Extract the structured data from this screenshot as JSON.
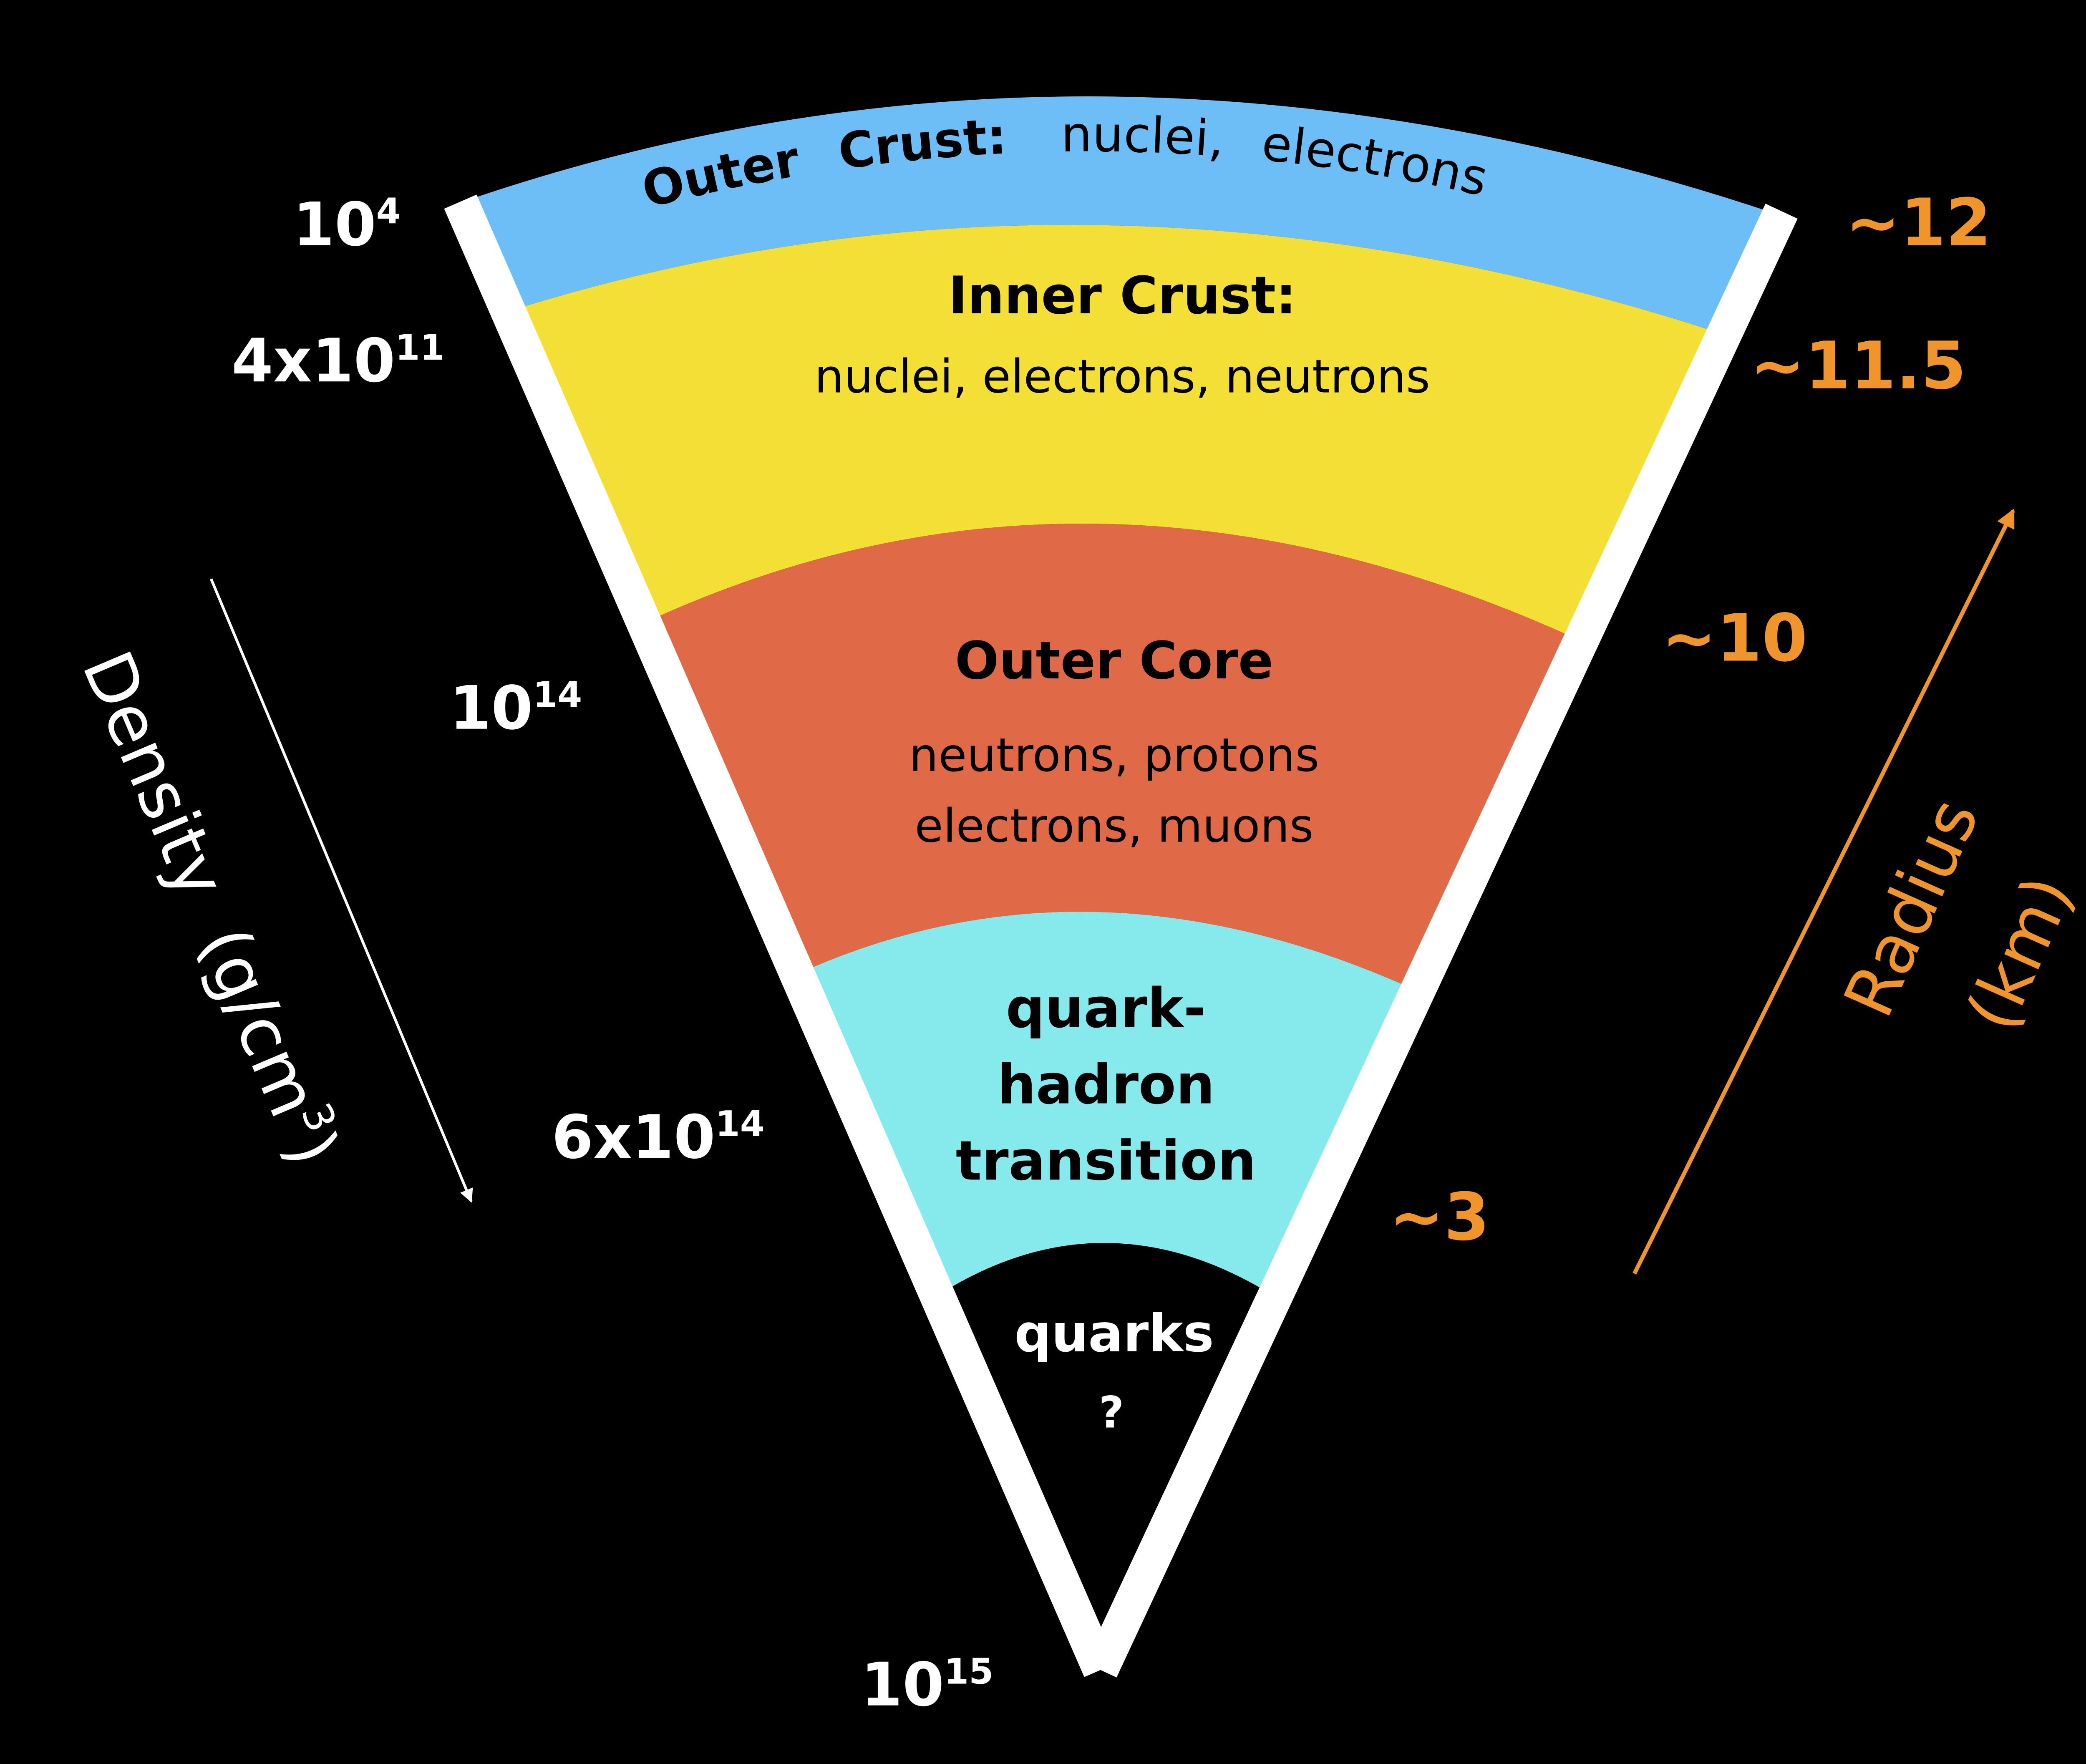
{
  "layers": {
    "outer_crust": {
      "title": "Outer",
      "title2": "Crust:",
      "desc1": "nuclei,",
      "desc2": "electrons",
      "color": "#6DBEF7"
    },
    "inner_crust": {
      "title": "Inner Crust:",
      "desc": "nuclei, electrons, neutrons",
      "color": "#F4DF36"
    },
    "outer_core": {
      "title": "Outer Core",
      "desc1": "neutrons, protons",
      "desc2": "electrons, muons",
      "color": "#E06A47"
    },
    "transition": {
      "line1": "quark-",
      "line2": "hadron",
      "line3": "transition",
      "color": "#86E9EC"
    },
    "quarks": {
      "line1": "quarks",
      "line2": "?",
      "color": "#000000"
    }
  },
  "density": {
    "axis_label": "Density",
    "unit_prefix": "(g/cm",
    "unit_power": "3",
    "unit_suffix": ")",
    "levels": [
      {
        "base": "10",
        "exp": "4"
      },
      {
        "base": "4x10",
        "exp": "11"
      },
      {
        "base": "10",
        "exp": "14"
      },
      {
        "base": "6x10",
        "exp": "14"
      },
      {
        "base": "10",
        "exp": "15"
      }
    ]
  },
  "radius": {
    "axis_label": "Radius",
    "unit": "(km)",
    "levels": [
      "~12",
      "~11.5",
      "~10",
      "~3"
    ]
  },
  "colors": {
    "background": "#000000",
    "frame": "#FFFFFF",
    "density_labels": "#FFFFFF",
    "radius_labels": "#F0952B"
  }
}
